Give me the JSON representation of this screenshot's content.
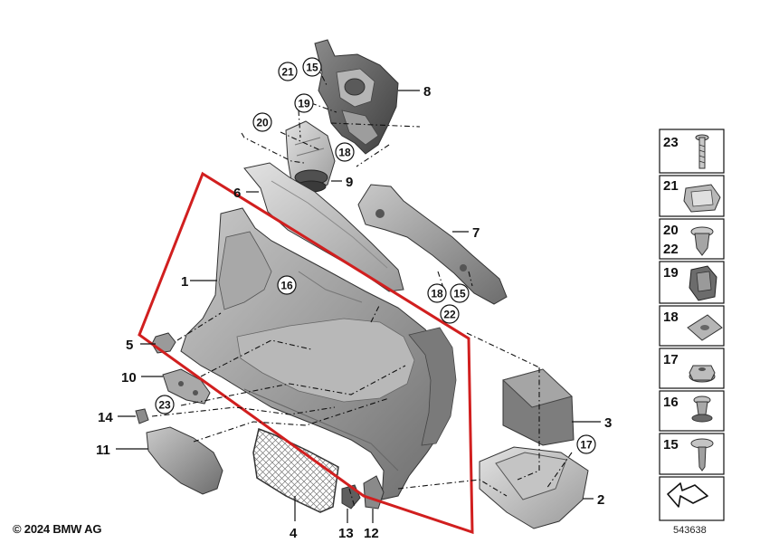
{
  "copyright": "© 2024 BMW AG",
  "diagram_id": "543638",
  "callouts": {
    "p1": "1",
    "p2": "2",
    "p3": "3",
    "p4": "4",
    "p5": "5",
    "p6": "6",
    "p7": "7",
    "p8": "8",
    "p9": "9",
    "p10": "10",
    "p11": "11",
    "p12": "12",
    "p13": "13",
    "p14": "14"
  },
  "circled_callouts": {
    "c21": "21",
    "c15a": "15",
    "c19": "19",
    "c20": "20",
    "c18a": "18",
    "c16": "16",
    "c18b": "18",
    "c15b": "15",
    "c22": "22",
    "c23": "23",
    "c17": "17"
  },
  "fastener_panel": [
    {
      "number": "23",
      "icon": "screw-icon"
    },
    {
      "number": "21",
      "icon": "clip-icon"
    },
    {
      "number": "20",
      "number2": "22",
      "icon": "expansion-rivet-icon"
    },
    {
      "number": "19",
      "icon": "spring-clip-icon"
    },
    {
      "number": "18",
      "icon": "speed-nut-icon"
    },
    {
      "number": "17",
      "icon": "hex-nut-icon"
    },
    {
      "number": "16",
      "icon": "clip-bolt-icon"
    },
    {
      "number": "15",
      "icon": "plastic-rivet-icon"
    },
    {
      "number": "",
      "icon": "arrow-icon"
    }
  ]
}
